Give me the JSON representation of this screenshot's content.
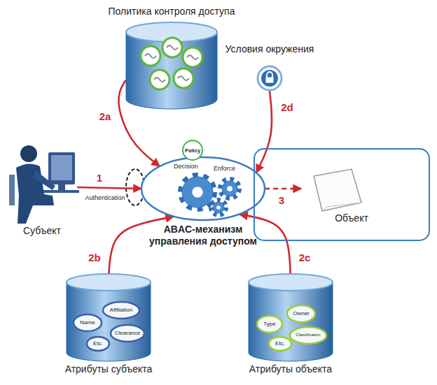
{
  "diagram": {
    "nodes": [
      {
        "text": [
          "Политика контроля доступа"
        ]
      },
      {
        "text": [
          "Условия окружения"
        ]
      },
      {
        "text": [
          "Субъект"
        ]
      },
      {
        "text": [
          "Policy",
          "Decision",
          "Enforce",
          "ABAC-механизм управления доступом"
        ]
      },
      {
        "text": [
          "Объект"
        ]
      },
      {
        "text": [
          "Name",
          "Affiliation",
          "Etc.",
          "Clearance",
          "Атрибуты субъекта"
        ]
      },
      {
        "text": [
          "Type",
          "Owner",
          "Etc.",
          "Classification",
          "Атрибуты объекта"
        ]
      }
    ],
    "edges": [
      {
        "from": 2,
        "to": 3,
        "arrow": "to",
        "label": "Authentication"
      },
      {
        "from": 0,
        "to": 3,
        "arrow": "to"
      },
      {
        "from": 5,
        "to": 3,
        "arrow": "to"
      },
      {
        "from": 6,
        "to": 3,
        "arrow": "to"
      },
      {
        "from": 1,
        "to": 3,
        "arrow": "to"
      },
      {
        "from": 3,
        "to": 4,
        "arrow": "to"
      }
    ],
    "labels": [
      "1",
      "2a",
      "2b",
      "2c",
      "2d",
      "3"
    ]
  }
}
